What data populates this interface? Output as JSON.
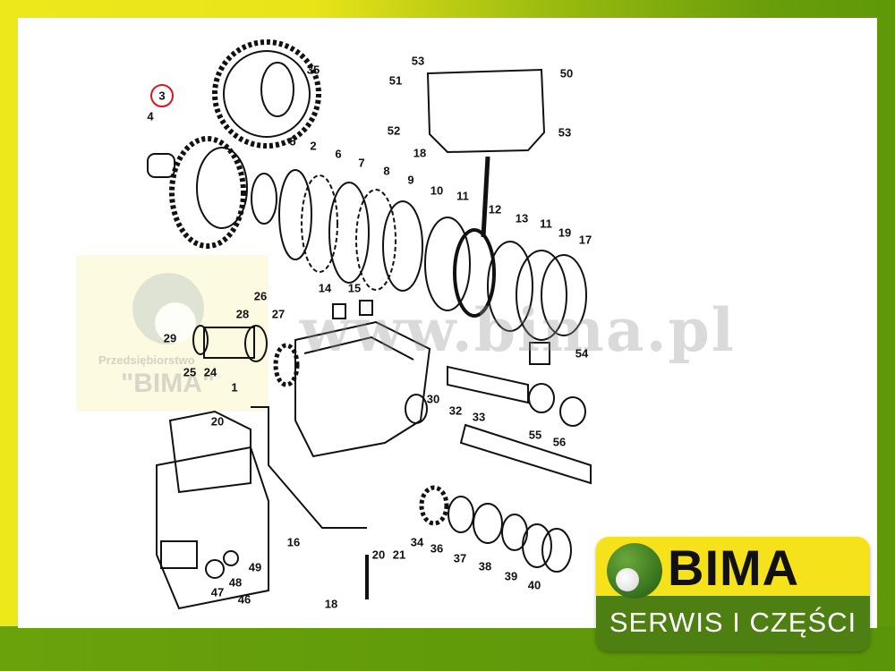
{
  "watermark": {
    "url": "www.bima.pl",
    "company_line": "Przedsiębiorstwo",
    "company_name": "\"BIMA\""
  },
  "logo": {
    "brand": "BIMA",
    "tagline": "SERWIS I CZĘŚCI"
  },
  "highlight_color": "#e0141e",
  "part_labels": [
    "3",
    "4",
    "35",
    "5",
    "2",
    "6",
    "7",
    "8",
    "9",
    "10",
    "11",
    "12",
    "13",
    "11",
    "19",
    "17",
    "53",
    "50",
    "51",
    "52",
    "18",
    "53",
    "26",
    "28",
    "27",
    "14",
    "15",
    "29",
    "25",
    "24",
    "1",
    "20",
    "30",
    "32",
    "33",
    "54",
    "55",
    "56",
    "16",
    "20",
    "21",
    "34",
    "36",
    "37",
    "38",
    "39",
    "40",
    "49",
    "48",
    "47",
    "46",
    "18"
  ],
  "highlighted_part": "3"
}
